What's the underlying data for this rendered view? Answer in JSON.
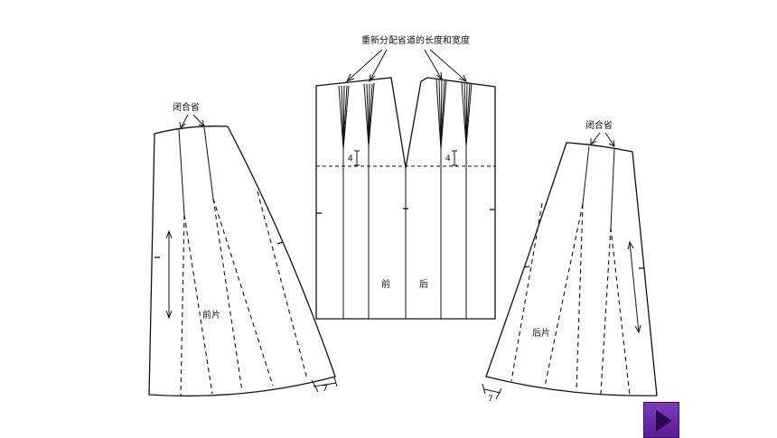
{
  "labels": {
    "top_annotation": "重新分配省道的长度和宽度",
    "close_dart_left": "闭合省",
    "close_dart_right": "闭合省",
    "front_panel": "前片",
    "back_panel": "后片",
    "front": "前",
    "back": "后",
    "dim_4_left": "4",
    "dim_4_right": "4",
    "dim_7_left": "7",
    "dim_7_right": "7"
  },
  "controls": {
    "next_icon": "play-triangle-icon",
    "accent": "#6a2aa8"
  }
}
